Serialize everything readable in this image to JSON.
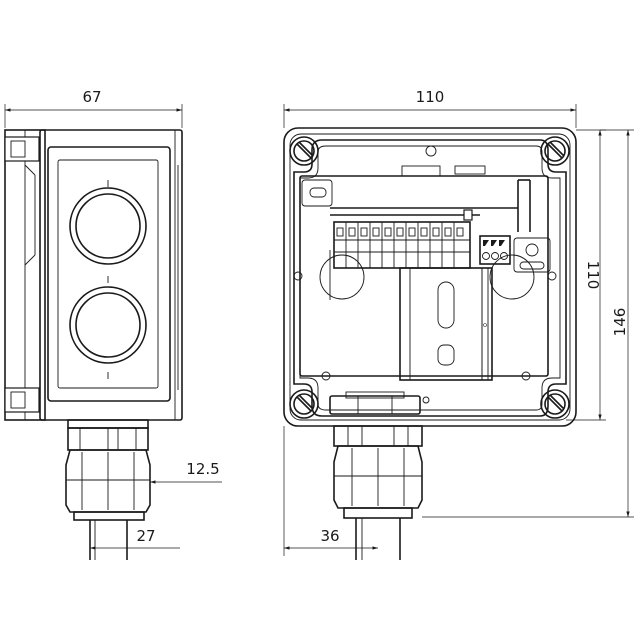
{
  "dimensions": {
    "side_width": "67",
    "front_width": "110",
    "inner_height": "110",
    "total_height": "146",
    "gland_offset": "12.5",
    "gland_diameter": "27",
    "gland_position": "36"
  },
  "colors": {
    "line": "#1a1a1a",
    "background": "#ffffff"
  }
}
